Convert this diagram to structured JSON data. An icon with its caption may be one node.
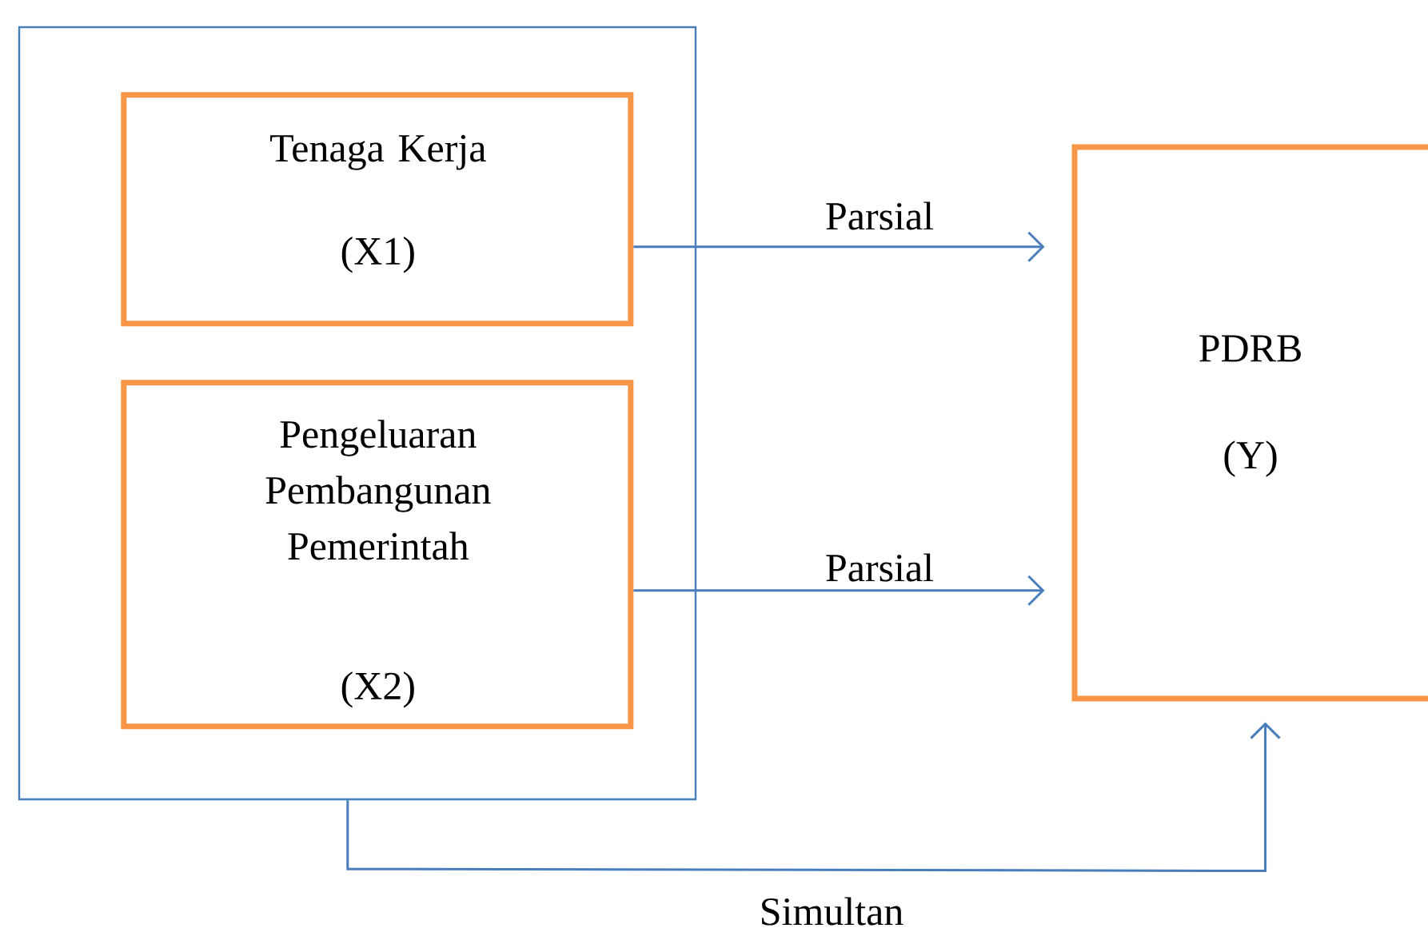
{
  "diagram": {
    "nodes": [
      {
        "text": [],
        "shape": "box"
      },
      {
        "text": [
          "Tenaga Kerja",
          "(X1)"
        ],
        "in": 0
      },
      {
        "text": [
          "Pengeluaran Pembangunan Pemerintah",
          "(X2)"
        ],
        "in": 0
      },
      {
        "text": [
          "PDRB",
          "(Y)"
        ]
      }
    ],
    "edges": [
      {
        "from": 1,
        "to": 3,
        "arrow": "to",
        "label": "Parsial"
      },
      {
        "from": 2,
        "to": 3,
        "arrow": "to",
        "label": "Parsial"
      },
      {
        "from": 0,
        "to": 3,
        "arrow": "to",
        "label": "Simultan"
      }
    ]
  }
}
